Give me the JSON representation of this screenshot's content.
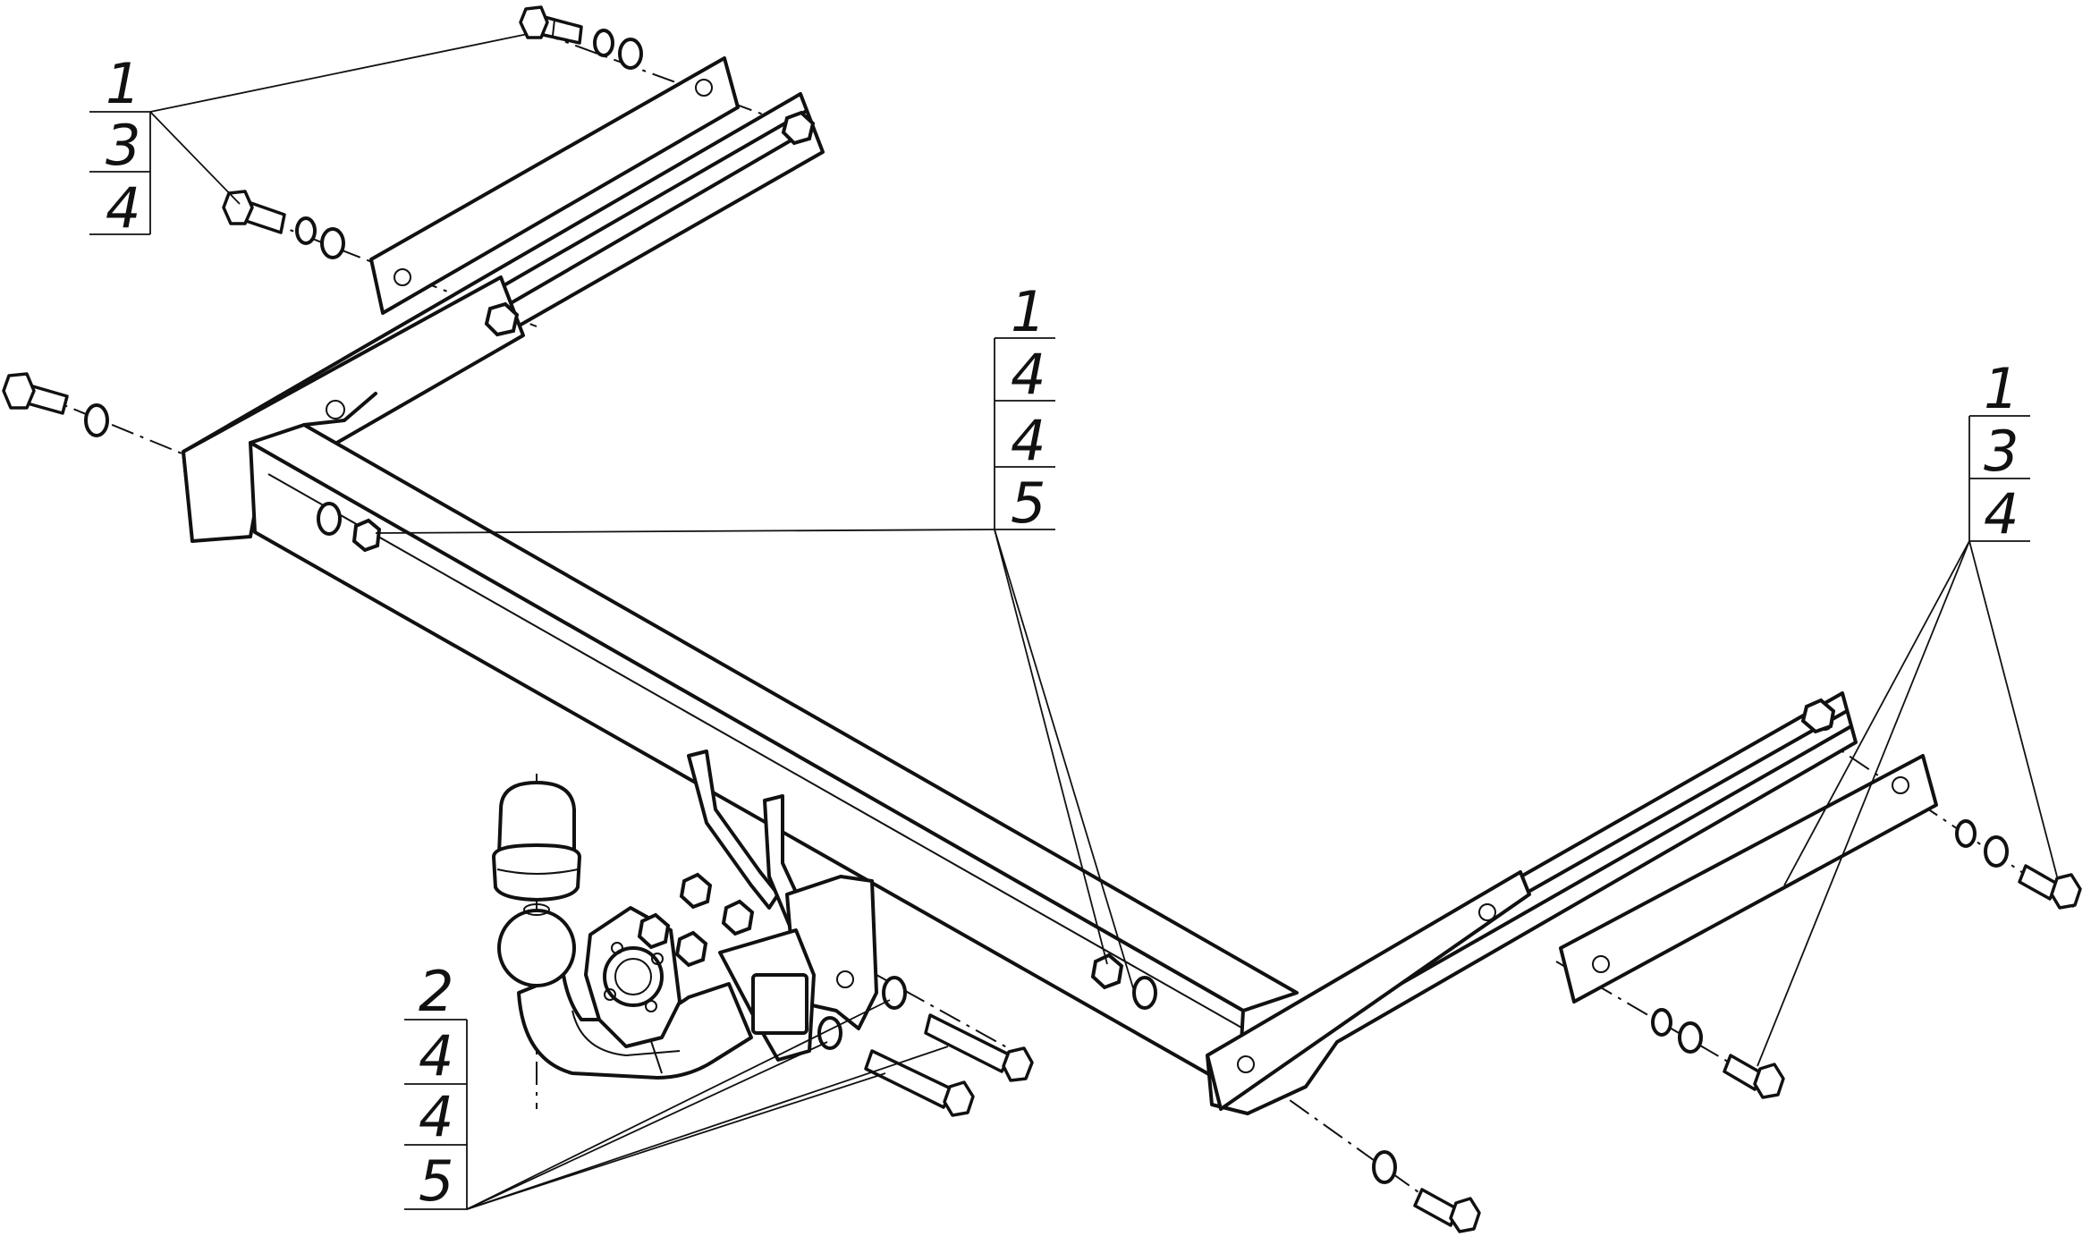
{
  "callouts": [
    {
      "id": "top-left",
      "numbers": [
        "1",
        "3",
        "4"
      ]
    },
    {
      "id": "center",
      "numbers": [
        "1",
        "4",
        "4",
        "5"
      ]
    },
    {
      "id": "right",
      "numbers": [
        "1",
        "3",
        "4"
      ]
    },
    {
      "id": "bottom-left",
      "numbers": [
        "2",
        "4",
        "4",
        "5"
      ]
    }
  ]
}
